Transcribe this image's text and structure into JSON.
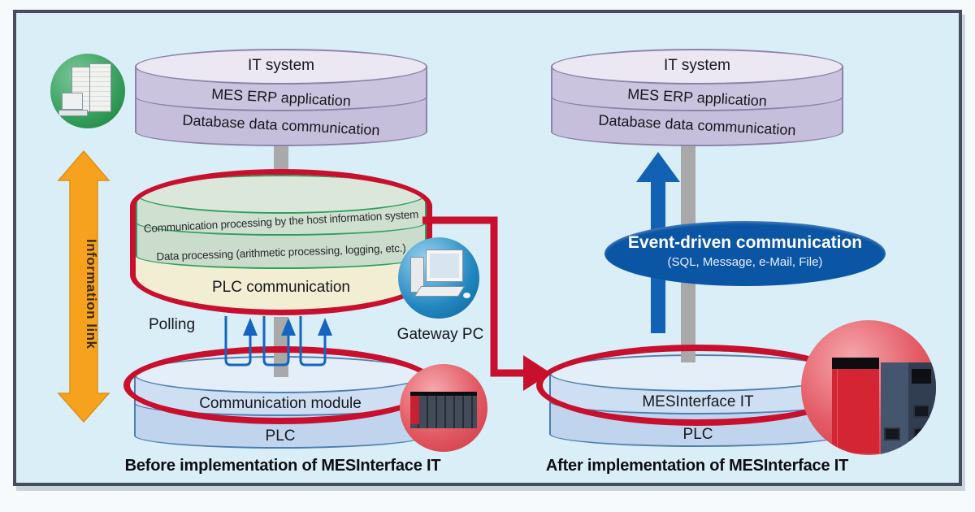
{
  "info_link": {
    "label": "Information link"
  },
  "left": {
    "caption": "Before implementation of MESInterface IT",
    "it_cylinder": {
      "top_label": "IT system",
      "bands": [
        "MES ERP application",
        "Database data communication"
      ]
    },
    "host_cylinder": {
      "bands": [
        "Communication processing by the host information system",
        "Data processing (arithmetic processing, logging, etc.)",
        "PLC communication"
      ]
    },
    "polling_label": "Polling",
    "gateway_pc_label": "Gateway PC",
    "plc_cylinder": {
      "bands": [
        "Communication module",
        "PLC"
      ]
    }
  },
  "right": {
    "caption": "After implementation of MESInterface IT",
    "it_cylinder": {
      "top_label": "IT system",
      "bands": [
        "MES ERP application",
        "Database data communication"
      ]
    },
    "event_bubble": {
      "title": "Event-driven communication",
      "subtitle": "(SQL, Message, e-Mail, File)"
    },
    "plc_cylinder": {
      "bands": [
        "MESInterface IT",
        "PLC"
      ]
    }
  },
  "colors": {
    "panel_background": "#d9eef7",
    "panel_border": "#474c5e",
    "accent_red": "#c8102e",
    "orange_arrow": "#f6a21e",
    "event_blue": "#0b55a5",
    "polling_blue": "#1565c0",
    "purple_band": "#c9c3dd",
    "green_band": "#cfe0d0",
    "yellow_band": "#f2eed3",
    "blue_band": "#cfdff3",
    "gray_connector": "#a9a9a9"
  },
  "icons": [
    "server-icon",
    "gateway-pc-icon",
    "plc-rack-icon",
    "mesinterface-hardware-icon",
    "information-link-arrow-icon",
    "polling-arrows-icon",
    "red-connector-arrow-icon",
    "event-up-arrow-icon"
  ]
}
